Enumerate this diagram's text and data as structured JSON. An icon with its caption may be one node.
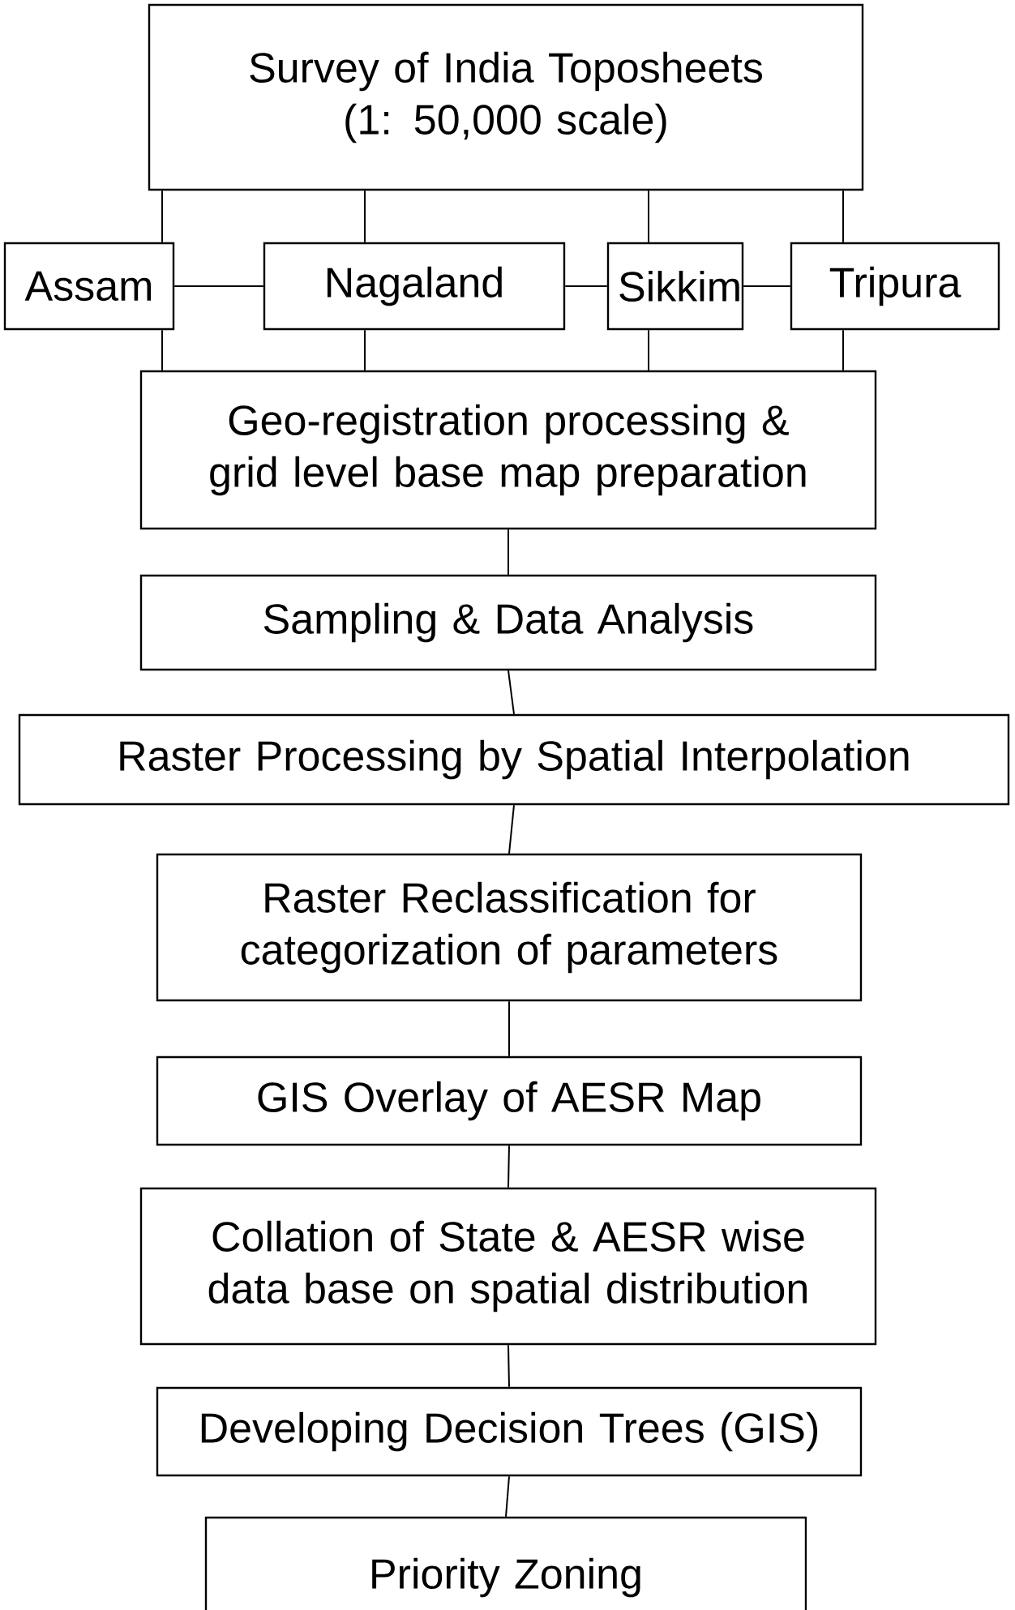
{
  "diagram": {
    "nodes": [
      {
        "text": [
          "Survey of India Toposheets (1: 50,000 scale)"
        ]
      },
      {
        "text": [
          "Assam"
        ]
      },
      {
        "text": [
          "Nagaland"
        ]
      },
      {
        "text": [
          "Sikkim"
        ]
      },
      {
        "text": [
          "Tripura"
        ]
      },
      {
        "text": [
          "Geo-registration processing & grid level base map preparation"
        ]
      },
      {
        "text": [
          "Sampling & Data Analysis"
        ]
      },
      {
        "text": [
          "Raster Processing by Spatial Interpolation"
        ]
      },
      {
        "text": [
          "Raster Reclassification for categorization of parameters"
        ]
      },
      {
        "text": [
          "GIS Overlay of AESR Map"
        ]
      },
      {
        "text": [
          "Collation of State & AESR wise data base on spatial distribution"
        ]
      },
      {
        "text": [
          "Developing Decision Trees (GIS)"
        ]
      },
      {
        "text": [
          "Priority Zoning"
        ]
      }
    ],
    "edges": [
      {
        "from": 0,
        "to": 1,
        "arrow": "none"
      },
      {
        "from": 0,
        "to": 2,
        "arrow": "none"
      },
      {
        "from": 0,
        "to": 3,
        "arrow": "none"
      },
      {
        "from": 0,
        "to": 4,
        "arrow": "none"
      },
      {
        "from": 1,
        "to": 2,
        "arrow": "none"
      },
      {
        "from": 2,
        "to": 3,
        "arrow": "none"
      },
      {
        "from": 3,
        "to": 4,
        "arrow": "none"
      },
      {
        "from": 1,
        "to": 5,
        "arrow": "none"
      },
      {
        "from": 2,
        "to": 5,
        "arrow": "none"
      },
      {
        "from": 3,
        "to": 5,
        "arrow": "none"
      },
      {
        "from": 4,
        "to": 5,
        "arrow": "none"
      },
      {
        "from": 5,
        "to": 6,
        "arrow": "none"
      },
      {
        "from": 6,
        "to": 7,
        "arrow": "none"
      },
      {
        "from": 7,
        "to": 8,
        "arrow": "none"
      },
      {
        "from": 8,
        "to": 9,
        "arrow": "none"
      },
      {
        "from": 9,
        "to": 10,
        "arrow": "none"
      },
      {
        "from": 10,
        "to": 11,
        "arrow": "none"
      },
      {
        "from": 11,
        "to": 12,
        "arrow": "none"
      }
    ]
  }
}
